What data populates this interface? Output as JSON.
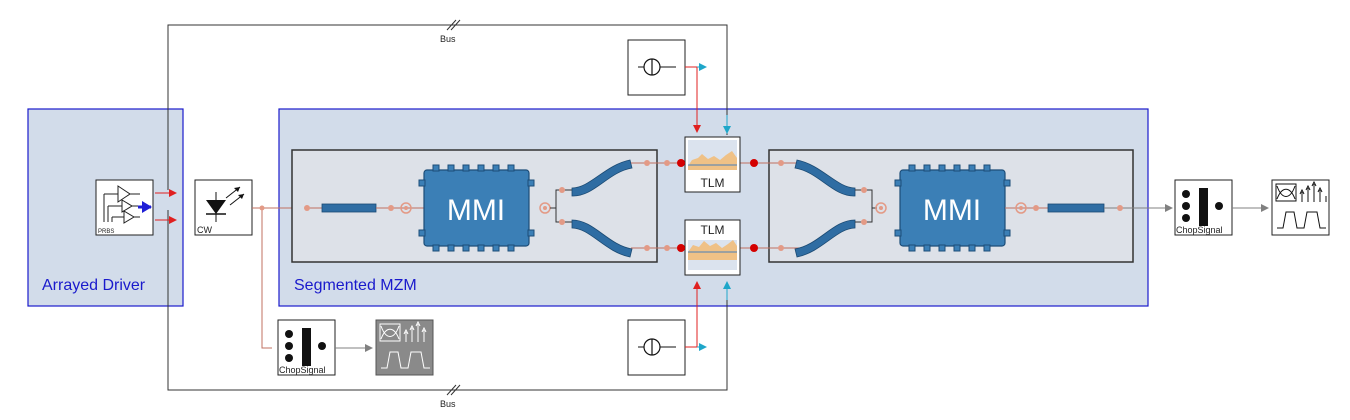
{
  "groups": {
    "driver_label": "Arrayed Driver",
    "mzm_label": "Segmented MZM"
  },
  "labels": {
    "bus_top": "Bus",
    "bus_bottom": "Bus",
    "cw": "CW",
    "prbs": "PRBS",
    "mmi_left": "MMI",
    "mmi_right": "MMI",
    "tlm_top": "TLM",
    "tlm_bottom": "TLM",
    "chop_right": "ChopSignal",
    "chop_bottom": "ChopSignal"
  },
  "colors": {
    "group_fill": "#d2dcea",
    "group_border": "#1a1acc",
    "group_label": "#1a1acc",
    "mmi_fill": "#3b7fb6",
    "waveguide": "#2f6da3",
    "port": "#e39a86",
    "electrical_red": "#e02020",
    "electrical_cyan": "#1ea6c9",
    "node_red": "#d40000"
  }
}
